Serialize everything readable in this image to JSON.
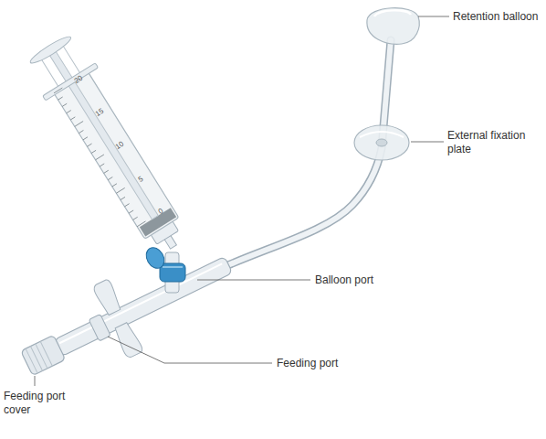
{
  "diagram": {
    "labels": [
      "Retention balloon",
      "External fixation plate",
      "Balloon port",
      "Feeding port",
      "Feeding port cover",
      "20",
      "15",
      "10",
      "5",
      "0"
    ]
  }
}
